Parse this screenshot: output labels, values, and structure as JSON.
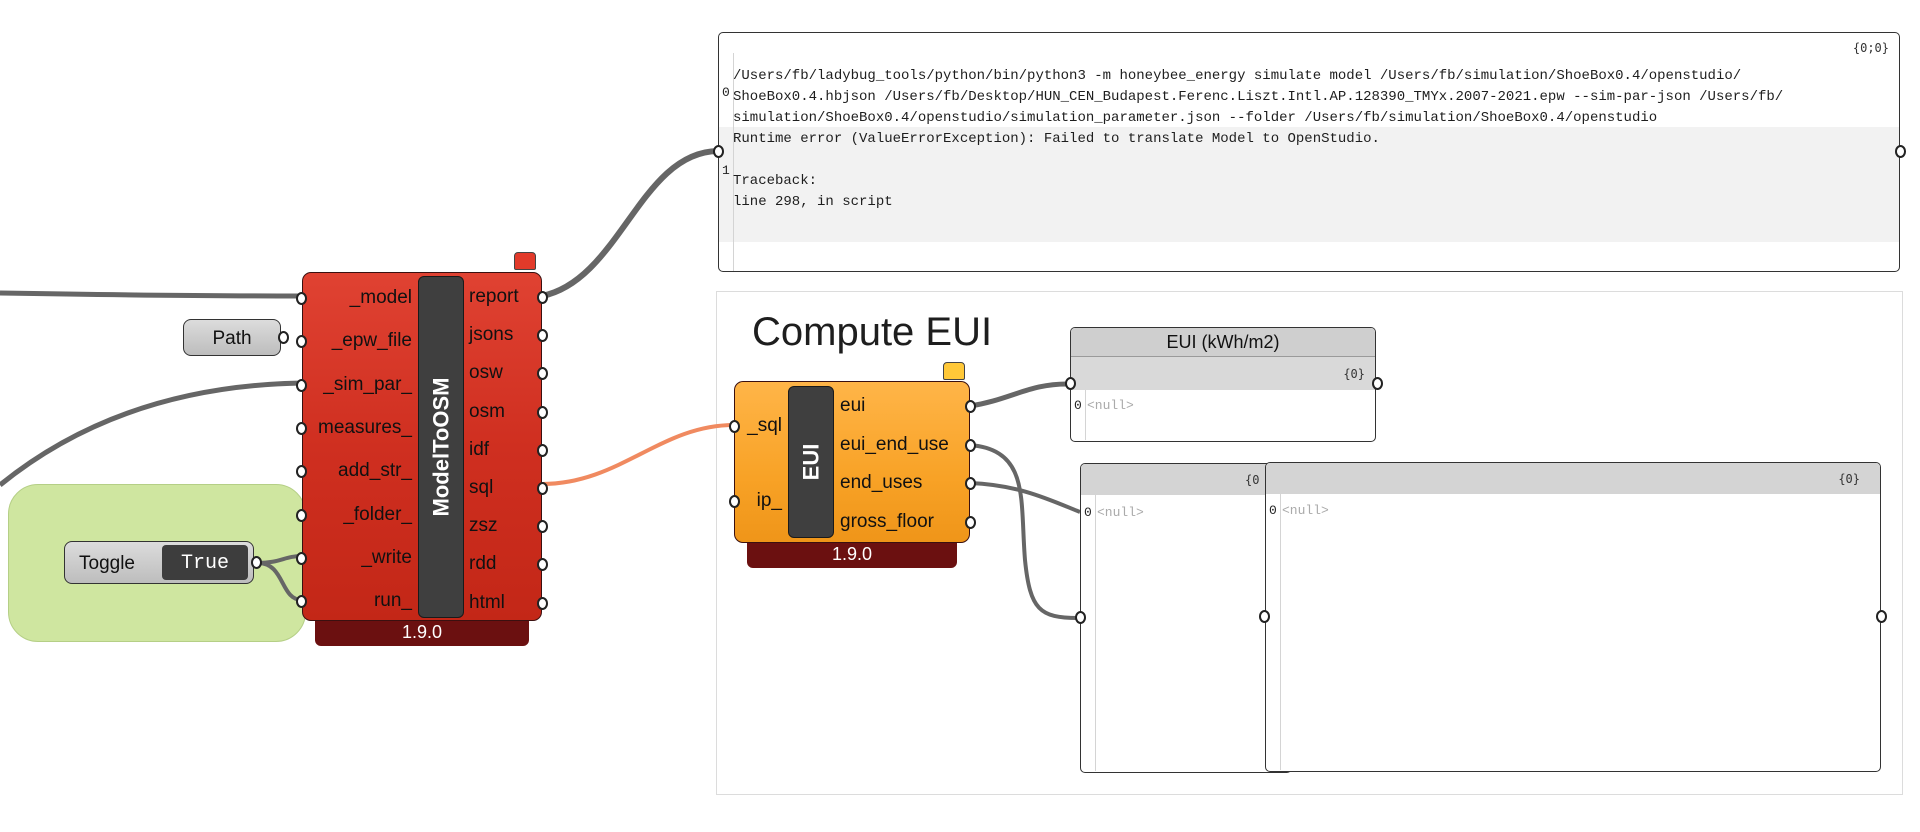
{
  "model_to_osm": {
    "name": "ModelToOSM",
    "version": "1.9.0",
    "inputs": [
      "_model",
      "_epw_file",
      "_sim_par_",
      "measures_",
      "add_str_",
      "_folder_",
      "_write",
      "run_"
    ],
    "outputs": [
      "report",
      "jsons",
      "osw",
      "osm",
      "idf",
      "sql",
      "zsz",
      "rdd",
      "html"
    ]
  },
  "eui": {
    "name": "EUI",
    "version": "1.9.0",
    "inputs": [
      "_sql",
      "ip_"
    ],
    "outputs": [
      "eui",
      "eui_end_use",
      "end_uses",
      "gross_floor"
    ]
  },
  "path_param": {
    "label": "Path"
  },
  "toggle": {
    "label": "Toggle",
    "value": "True"
  },
  "group_label": "Compute EUI",
  "report_panel": {
    "path": "{0;0}",
    "index0": "0",
    "index1": "1",
    "lines": [
      "/Users/fb/ladybug_tools/python/bin/python3 -m honeybee_energy simulate model /Users/fb/simulation/ShoeBox0.4/openstudio/",
      "ShoeBox0.4.hbjson /Users/fb/Desktop/HUN_CEN_Budapest.Ferenc.Liszt.Intl.AP.128390_TMYx.2007-2021.epw --sim-par-json /Users/fb/",
      "simulation/ShoeBox0.4/openstudio/simulation_parameter.json --folder /Users/fb/simulation/ShoeBox0.4/openstudio",
      "Runtime error (ValueErrorException): Failed to translate Model to OpenStudio.",
      "",
      "Traceback:",
      "  line 298, in script"
    ]
  },
  "eui_panel": {
    "title": "EUI (kWh/m2)",
    "path": "{0}",
    "index": "0",
    "value": "<null>"
  },
  "panel_b": {
    "path": "{0",
    "index": "0",
    "value": "<null>"
  },
  "panel_c": {
    "path": "{0}",
    "index": "0",
    "value": "<null>"
  },
  "colors": {
    "component_red": "#cf2f20",
    "component_orange": "#f8a226",
    "version_bar": "#6b1010",
    "group_green": "#cfe6a0",
    "wire_gray": "#666666",
    "wire_orange": "#f08a60",
    "flag_red": "#e23a2a",
    "flag_yellow": "#ffc838"
  }
}
